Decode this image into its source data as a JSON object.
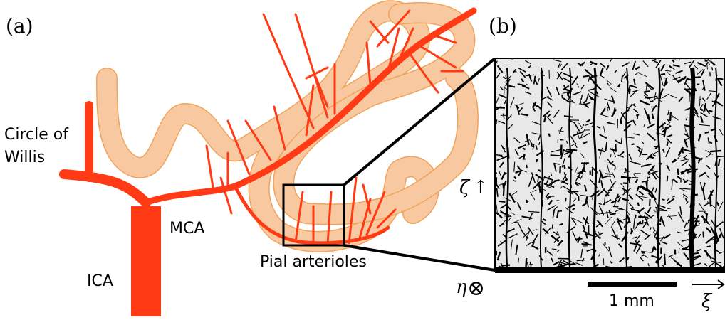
{
  "panels": {
    "a": "(a)",
    "b": "(b)"
  },
  "labels": {
    "circle_line1": "Circle of",
    "circle_line2": "Willis",
    "mca": "MCA",
    "ica": "ICA",
    "pial": "Pial arterioles"
  },
  "axes": {
    "zeta": "ζ",
    "zeta_arrow": "↑",
    "eta": "η",
    "eta_symbol": "⊗",
    "xi": "ξ"
  },
  "scale_bar": {
    "label": "1 mm"
  },
  "colors": {
    "artery": "#ff3a14",
    "cortex": "#f8c9a0",
    "cortex_edge": "#f0a45a",
    "vessel": "#000000",
    "tissue": "#e8e8e8"
  }
}
